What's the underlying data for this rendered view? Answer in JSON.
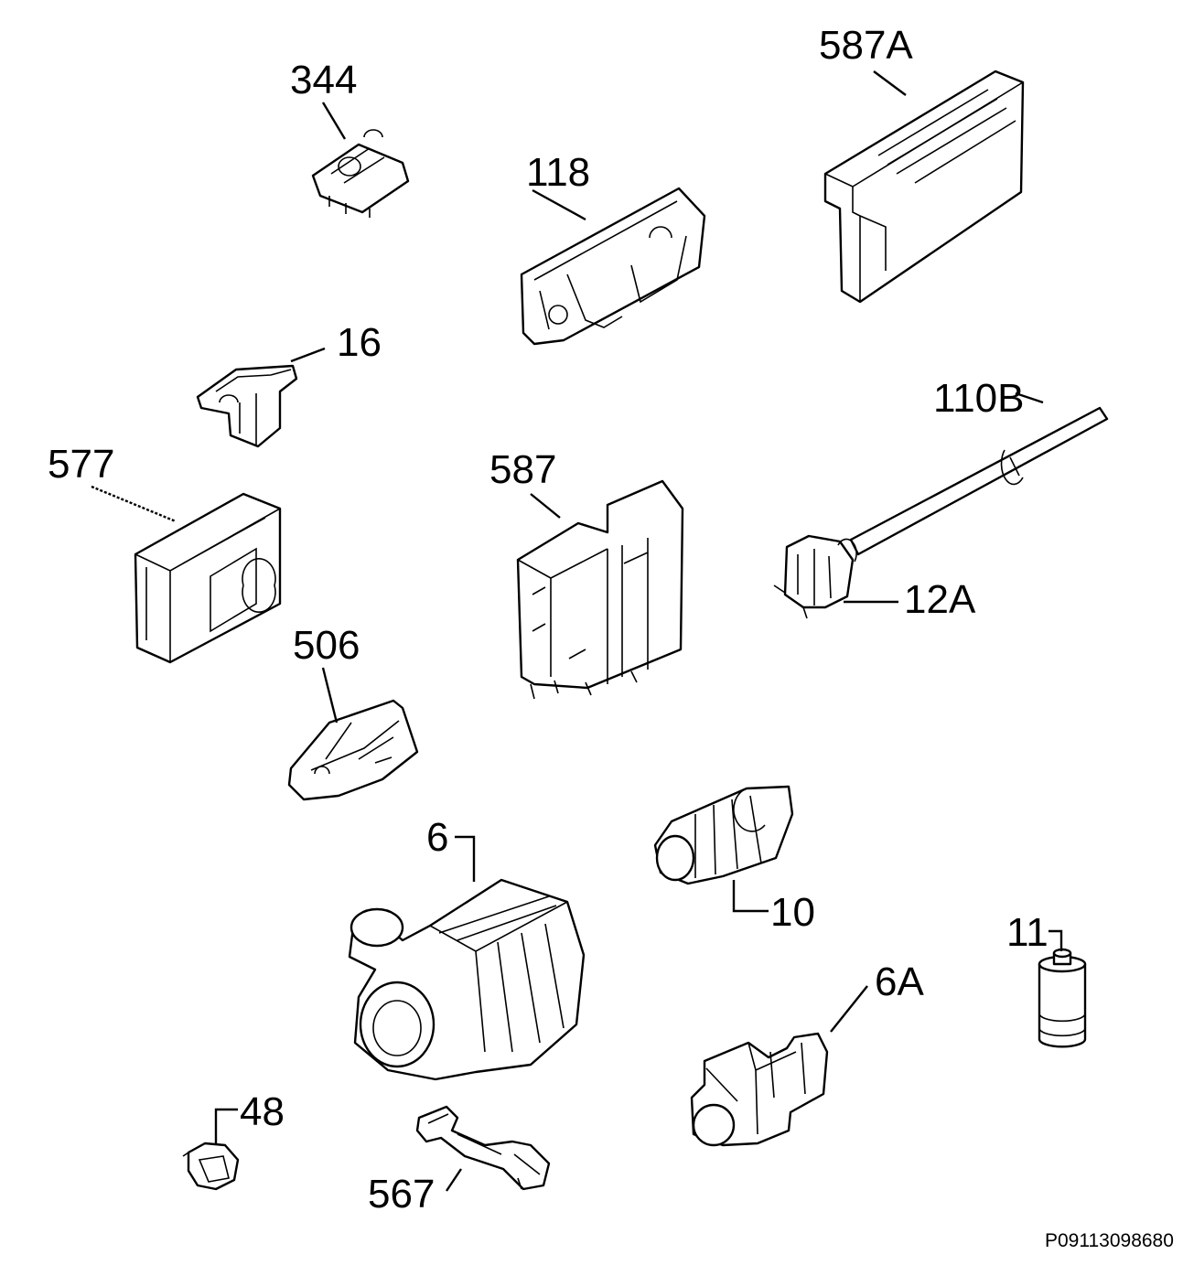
{
  "diagram_code": "P09113098680",
  "labels": {
    "l344": "344",
    "l587A": "587A",
    "l118": "118",
    "l16": "16",
    "l110B": "110B",
    "l577": "577",
    "l587": "587",
    "l12A": "12A",
    "l506": "506",
    "l6": "6",
    "l10": "10",
    "l11": "11",
    "l6A": "6A",
    "l48": "48",
    "l567": "567"
  },
  "colors": {
    "ink": "#000000",
    "paper": "#ffffff"
  }
}
